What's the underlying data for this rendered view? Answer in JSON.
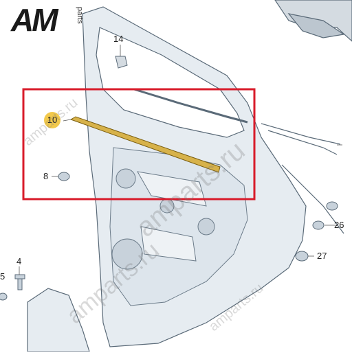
{
  "logo": {
    "brand": "AM",
    "suffix": "parts"
  },
  "watermarks": [
    "amparts.ru",
    "amparts.ru",
    "amparts.ru",
    "amparts.ru"
  ],
  "callouts": {
    "p14": "14",
    "p10": "10",
    "p8": "8",
    "p4": "4",
    "p5": "5",
    "p26": "26",
    "p27": "27"
  },
  "colors": {
    "highlight_box": "#d81b2a",
    "callout_highlight": "#f2c94c",
    "seal_strip": "#d7b24a",
    "part_fill": "#e6ecf1",
    "line": "#5a6a78"
  }
}
